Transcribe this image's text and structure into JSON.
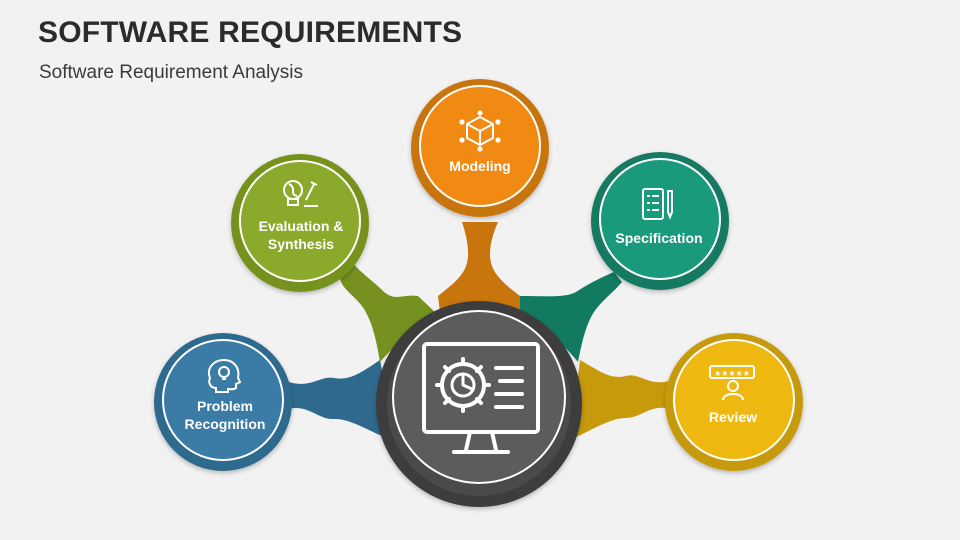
{
  "header": {
    "title": "SOFTWARE REQUIREMENTS",
    "subtitle": "Software Requirement Analysis"
  },
  "colors": {
    "background": "#f2f2f2",
    "hub_ring": "#3d3d3d",
    "hub_inner": "#5c5c5c",
    "problem_recognition": "#3a7ca5",
    "evaluation_synthesis": "#8ba92a",
    "modeling": "#f18a13",
    "specification": "#1a9a7c",
    "review": "#efb810"
  },
  "center": {
    "icon": "monitor-settings-icon"
  },
  "nodes": {
    "problem_recognition": {
      "line1": "Problem",
      "line2": "Recognition",
      "icon": "head-lightbulb-icon"
    },
    "evaluation_synthesis": {
      "line1": "Evaluation &",
      "line2": "Synthesis",
      "icon": "dna-bulb-microscope-icon"
    },
    "modeling": {
      "line1": "Modeling",
      "icon": "cube-icon"
    },
    "specification": {
      "line1": "Specification",
      "icon": "checklist-pen-icon"
    },
    "review": {
      "line1": "Review",
      "icon": "star-rating-user-icon"
    }
  }
}
